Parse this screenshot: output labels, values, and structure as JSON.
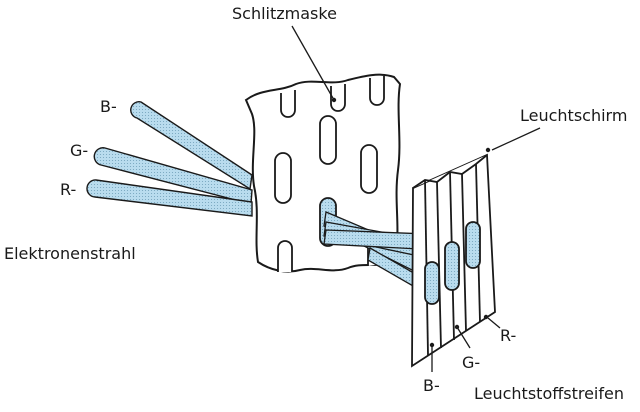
{
  "labels": {
    "mask": "Schlitzmaske",
    "screen": "Leuchtschirm",
    "beam": "Elektronenstrahl",
    "phosphor_strips": "Leuchtstoffstreifen",
    "beam_b": "B-",
    "beam_g": "G-",
    "beam_r": "R-",
    "strip_b": "B-",
    "strip_g": "G-",
    "strip_r": "R-"
  },
  "colors": {
    "beam_fill": "#b9dcee",
    "stroke": "#1a1a1a",
    "mask_fill": "#ffffff"
  }
}
